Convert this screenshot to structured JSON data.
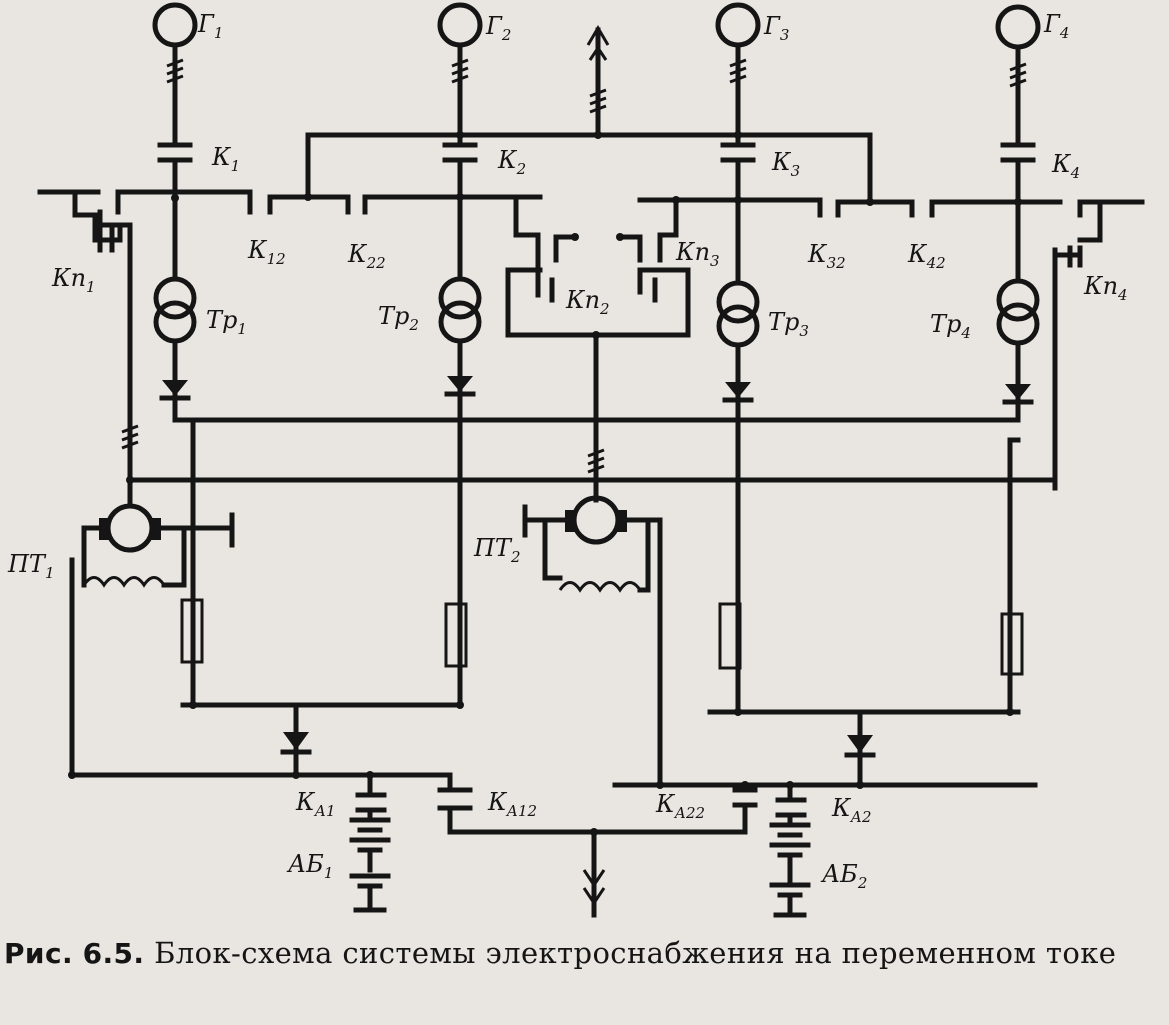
{
  "labels": {
    "g1": {
      "main": "Г",
      "sub": "1"
    },
    "g2": {
      "main": "Г",
      "sub": "2"
    },
    "g3": {
      "main": "Г",
      "sub": "3"
    },
    "g4": {
      "main": "Г",
      "sub": "4"
    },
    "k1": {
      "main": "К",
      "sub": "1"
    },
    "k2": {
      "main": "К",
      "sub": "2"
    },
    "k3": {
      "main": "К",
      "sub": "3"
    },
    "k4": {
      "main": "К",
      "sub": "4"
    },
    "k12": {
      "main": "К",
      "sub": "12"
    },
    "k22": {
      "main": "К",
      "sub": "22"
    },
    "k32": {
      "main": "К",
      "sub": "32"
    },
    "k42": {
      "main": "К",
      "sub": "42"
    },
    "kp1": {
      "main": "Кп",
      "sub": "1"
    },
    "kp2": {
      "main": "Кп",
      "sub": "2"
    },
    "kp3": {
      "main": "Кп",
      "sub": "3"
    },
    "kp4": {
      "main": "Кп",
      "sub": "4"
    },
    "tr1": {
      "main": "Тр",
      "sub": "1"
    },
    "tr2": {
      "main": "Тр",
      "sub": "2"
    },
    "tr3": {
      "main": "Тр",
      "sub": "3"
    },
    "tr4": {
      "main": "Тр",
      "sub": "4"
    },
    "pt1": {
      "main": "ПТ",
      "sub": "1"
    },
    "pt2": {
      "main": "ПТ",
      "sub": "2"
    },
    "ka1": {
      "main": "К",
      "sub": "А1"
    },
    "ka2": {
      "main": "К",
      "sub": "А2"
    },
    "ka12": {
      "main": "К",
      "sub": "А12"
    },
    "ka22": {
      "main": "К",
      "sub": "А22"
    },
    "ab1": {
      "main": "АБ",
      "sub": "1"
    },
    "ab2": {
      "main": "АБ",
      "sub": "2"
    }
  },
  "caption": {
    "prefix": "Рис.",
    "number": "6.5.",
    "text": "Блок-схема системы электроснабжения на переменном токе"
  }
}
